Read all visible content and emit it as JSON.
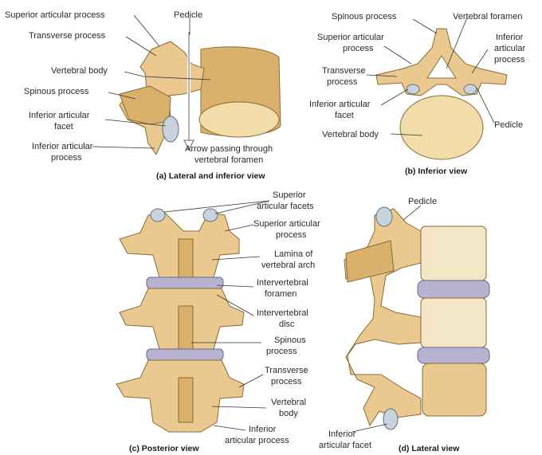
{
  "panels": {
    "a": {
      "caption": "(a) Lateral and inferior view",
      "labels": {
        "superior_articular_process": "Superior articular process",
        "pedicle": "Pedicle",
        "transverse_process": "Transverse process",
        "vertebral_body": "Vertebral body",
        "spinous_process": "Spinous process",
        "inferior_articular_facet_1": "Inferior articular",
        "inferior_articular_facet_2": "facet",
        "inferior_articular_process_1": "Inferior articular",
        "inferior_articular_process_2": "process",
        "arrow_1": "Arrow passing through",
        "arrow_2": "vertebral foramen"
      }
    },
    "b": {
      "caption": "(b) Inferior view",
      "labels": {
        "spinous_process": "Spinous process",
        "vertebral_foramen": "Vertebral foramen",
        "superior_articular_process_1": "Superior articular",
        "superior_articular_process_2": "process",
        "inferior_articular_process_1": "Inferior",
        "inferior_articular_process_2": "articular",
        "inferior_articular_process_3": "process",
        "transverse_process_1": "Transverse",
        "transverse_process_2": "process",
        "inferior_articular_facet_1": "Inferior articular",
        "inferior_articular_facet_2": "facet",
        "pedicle": "Pedicle",
        "vertebral_body": "Vertebral body"
      }
    },
    "c": {
      "caption": "(c) Posterior view",
      "labels": {
        "superior_articular_facets_1": "Superior",
        "superior_articular_facets_2": "articular facets",
        "superior_articular_process_1": "Superior articular",
        "superior_articular_process_2": "process",
        "lamina_1": "Lamina of",
        "lamina_2": "vertebral arch",
        "intervertebral_foramen_1": "Intervertebral",
        "intervertebral_foramen_2": "foramen",
        "intervertebral_disc_1": "Intervertebral",
        "intervertebral_disc_2": "disc",
        "spinous_process_1": "Spinous",
        "spinous_process_2": "process",
        "transverse_process_1": "Transverse",
        "transverse_process_2": "process",
        "vertebral_body_1": "Vertebral",
        "vertebral_body_2": "body",
        "inferior_articular_process_1": "Inferior",
        "inferior_articular_process_2": "articular process"
      }
    },
    "d": {
      "caption": "(d) Lateral view",
      "labels": {
        "pedicle": "Pedicle",
        "inferior_articular_facet_1": "Inferior",
        "inferior_articular_facet_2": "articular facet"
      }
    }
  },
  "colors": {
    "bone": "#e9c98f",
    "bone_shadow": "#d9b06c",
    "disc": "#b6b2cf",
    "facet": "#c9d3dd",
    "text": "#2a2a2a"
  }
}
